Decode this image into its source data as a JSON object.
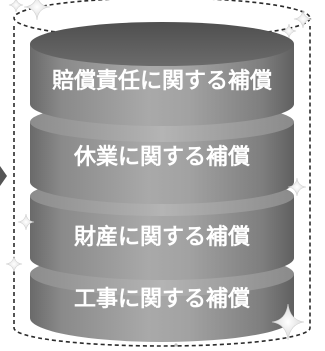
{
  "diagram": {
    "tiers": [
      {
        "label": "賠償責任に関する補償"
      },
      {
        "label": "休業に関する補償"
      },
      {
        "label": "財産に関する補償"
      },
      {
        "label": "工事に関する補償"
      }
    ]
  }
}
